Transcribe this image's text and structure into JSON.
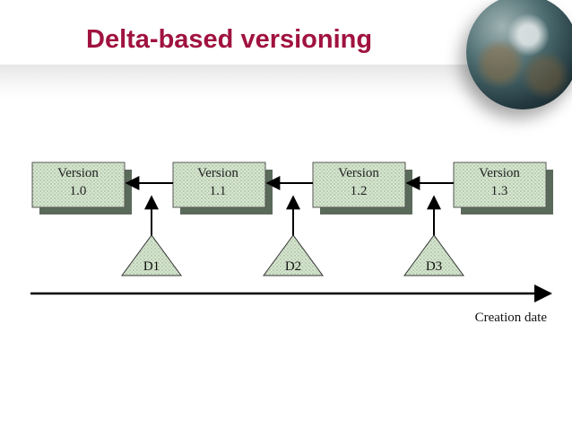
{
  "title": "Delta-based versioning",
  "versions": [
    {
      "line1": "Version",
      "line2": "1.0"
    },
    {
      "line1": "Version",
      "line2": "1.1"
    },
    {
      "line1": "Version",
      "line2": "1.2"
    },
    {
      "line1": "Version",
      "line2": "1.3"
    }
  ],
  "deltas": [
    "D1",
    "D2",
    "D3"
  ],
  "axis_label": "Creation date",
  "colors": {
    "title": "#a0123f",
    "box_fill": "#cfe0c8",
    "box_shadow": "#5a6a5a"
  }
}
